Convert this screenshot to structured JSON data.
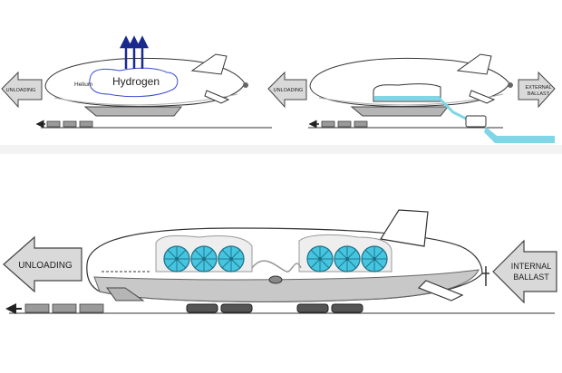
{
  "panel1": {
    "unloading_label": "UNLOADING",
    "helium_label": "Helium",
    "hydrogen_label": "Hydrogen"
  },
  "panel2": {
    "unloading_label": "UNLOADING",
    "ballast_line1": "EXTERNAL",
    "ballast_line2": "BALLAST"
  },
  "panel3": {
    "unloading_label": "UNLOADING",
    "ballast_line1": "INTERNAL",
    "ballast_line2": "BALLAST",
    "fan_count": 6
  },
  "colors": {
    "arrow_fill": "#d9d9d9",
    "hull_fill": "#ffffff",
    "hull_shade": "#c8c8c8",
    "gondola": "#b5b5b5",
    "fan_fill": "#45c5e0",
    "water": "#7fd6e6",
    "hydrogen_arrows": "#1a2a8c",
    "hydrogen_outline": "#3a4fd1"
  }
}
